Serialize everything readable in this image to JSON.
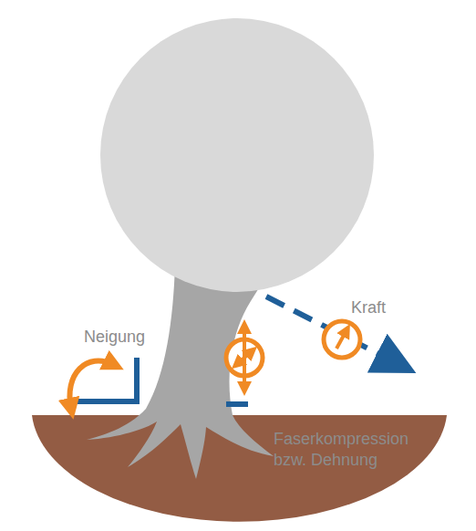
{
  "diagram": {
    "labels": [
      "Neigung",
      "Kraft",
      "Faserkompression bzw. Dehnung"
    ]
  }
}
